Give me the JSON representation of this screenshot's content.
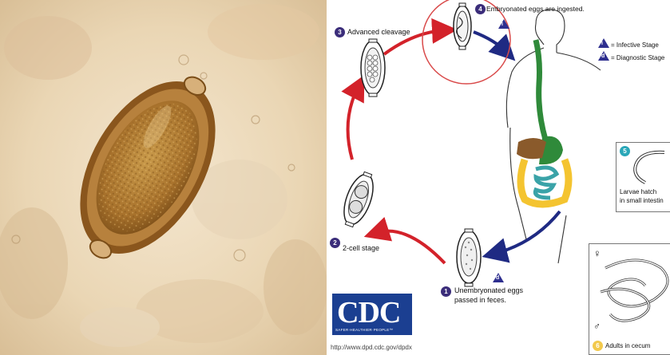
{
  "diagram": {
    "stages": {
      "s1_number": "1",
      "s1_label_line1": "Unembryonated eggs",
      "s1_label_line2": "passed in feces.",
      "s2_number": "2",
      "s2_label": "2-cell stage",
      "s3_number": "3",
      "s3_label": "Advanced cleavage",
      "s4_number": "4",
      "s4_label": "Embryonated eggs are ingested.",
      "s5_number": "5",
      "s5_label_line1": "Larvae hatch",
      "s5_label_line2": "in small intestin",
      "s6_number": "6",
      "s6_label": "Adults in cecum"
    },
    "legend": {
      "infective_symbol": "i",
      "infective_label": "= Infective Stage",
      "diagnostic_symbol": "d",
      "diagnostic_label": "= Diagnostic Stage"
    },
    "markers": {
      "infective": "i",
      "diagnostic": "d"
    },
    "logo": {
      "letters": "CDC",
      "tagline": "SAFER·HEALTHIER·PEOPLE™"
    },
    "url": "http://www.dpd.cdc.gov/dpdx",
    "sex_symbols": {
      "female": "♀",
      "male": "♂"
    },
    "colors": {
      "arrow_red": "#d3222a",
      "arrow_blue": "#1f2a83",
      "esophagus_green": "#2f8a3a",
      "intestine_yellow": "#f4c430",
      "intestine_teal": "#3aa3a8",
      "liver_brown": "#8a5a2b",
      "stage_badge": "#3b2d7a"
    }
  }
}
